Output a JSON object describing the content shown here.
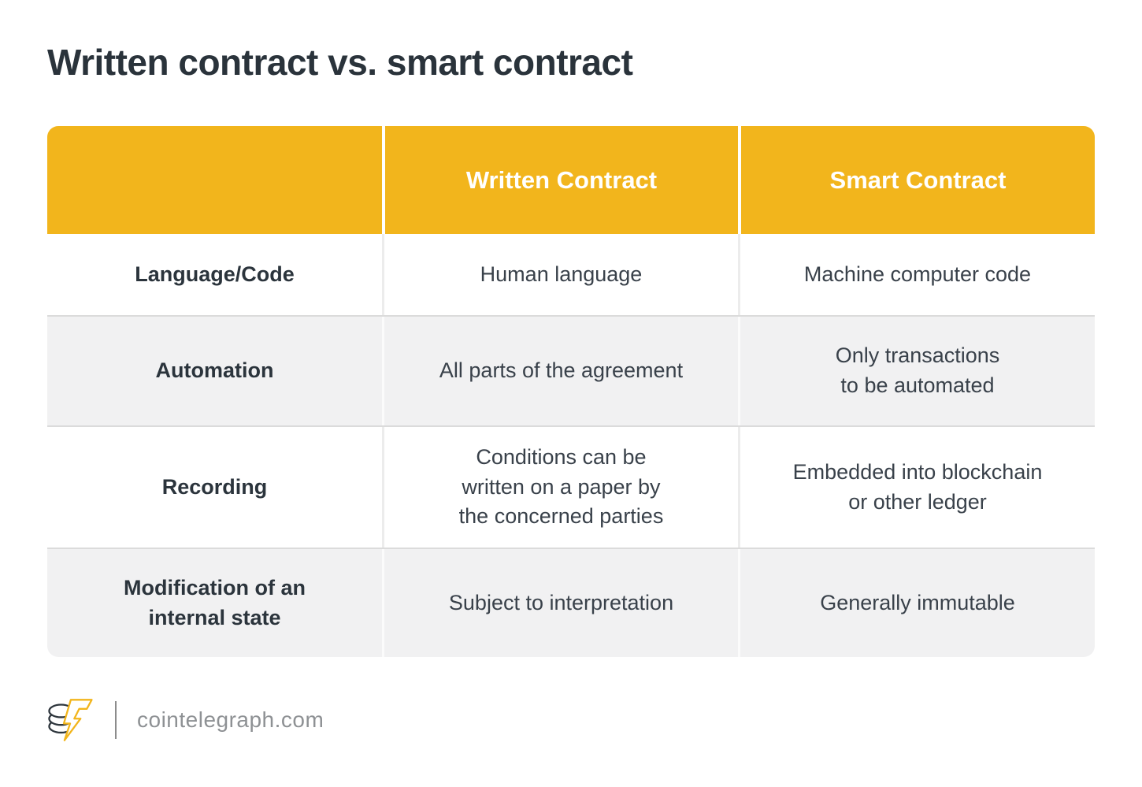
{
  "page_title": "Written contract vs. smart contract",
  "colors": {
    "accent_yellow": "#F2B51C",
    "header_text": "#FFFFFF",
    "title_text": "#2A333B",
    "body_text": "#39414A",
    "label_text": "#2B343C",
    "row_alt_bg": "#F1F1F2",
    "row_divider": "#DBDBDB",
    "footer_text": "#8E9194"
  },
  "chart_data": {
    "type": "table",
    "title": "Written contract vs. smart contract",
    "columns": [
      "",
      "Written Contract",
      "Smart Contract"
    ],
    "rows": [
      [
        "Language/Code",
        "Human language",
        "Machine computer code"
      ],
      [
        "Automation",
        "All parts of the agreement",
        "Only transactions to be automated"
      ],
      [
        "Recording",
        "Conditions can be written on a paper by the concerned parties",
        "Embedded into blockchain or other ledger"
      ],
      [
        "Modification of an internal state",
        "Subject to interpretation",
        "Generally immutable"
      ]
    ]
  },
  "table": {
    "header": {
      "feature": "",
      "written": "Written Contract",
      "smart": "Smart Contract"
    },
    "rows": [
      {
        "label": "Language/Code",
        "written": "Human language",
        "smart": "Machine computer code"
      },
      {
        "label": "Automation",
        "written": "All parts of the agreement",
        "smart": "Only transactions\nto be automated"
      },
      {
        "label": "Recording",
        "written": "Conditions can be\nwritten on a paper by\nthe concerned parties",
        "smart": "Embedded into blockchain\nor other ledger"
      },
      {
        "label": "Modification of an\ninternal state",
        "written": "Subject to interpretation",
        "smart": "Generally immutable"
      }
    ]
  },
  "footer": {
    "site": "cointelegraph.com",
    "logo": "cointelegraph-coin-bolt-logo"
  }
}
